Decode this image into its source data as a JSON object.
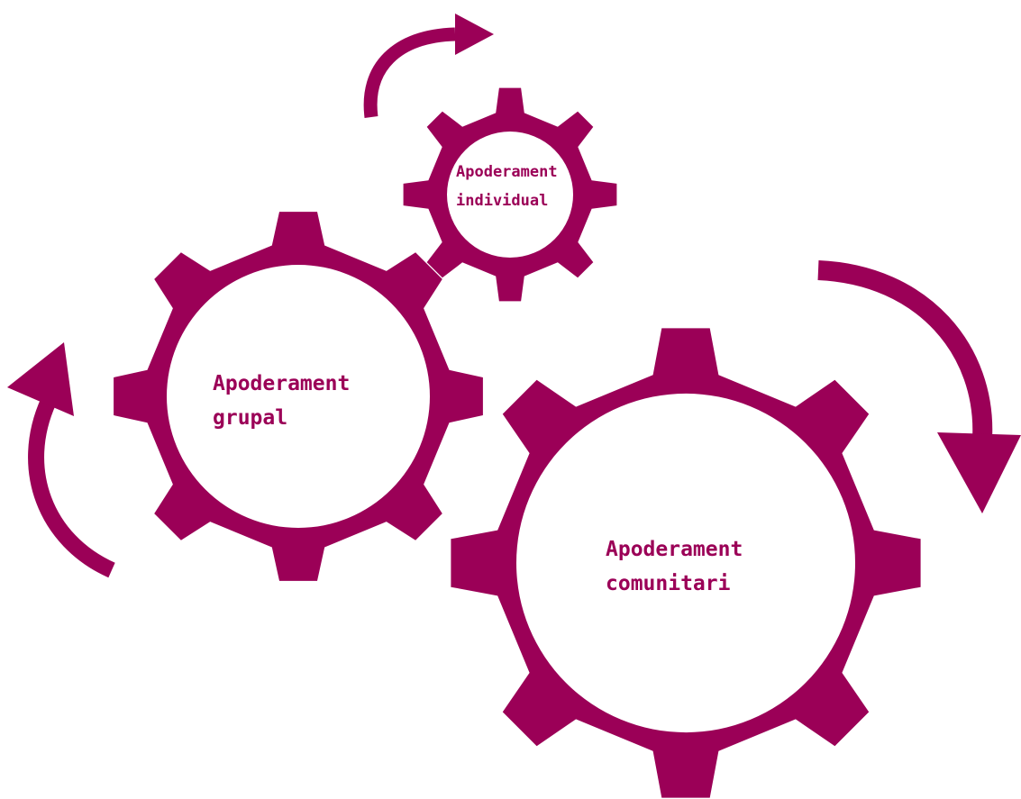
{
  "colors": {
    "accent": "#9b0057",
    "background": "#ffffff"
  },
  "gears": [
    {
      "id": "individual",
      "lines": [
        "Apoderament",
        "individual"
      ]
    },
    {
      "id": "grupal",
      "lines": [
        "Apoderament",
        "grupal"
      ]
    },
    {
      "id": "comunitari",
      "lines": [
        "Apoderament",
        "comunitari"
      ]
    }
  ],
  "arrows": [
    {
      "id": "arrow-individual",
      "direction": "clockwise"
    },
    {
      "id": "arrow-grupal",
      "direction": "clockwise"
    },
    {
      "id": "arrow-comunitari",
      "direction": "clockwise"
    }
  ]
}
